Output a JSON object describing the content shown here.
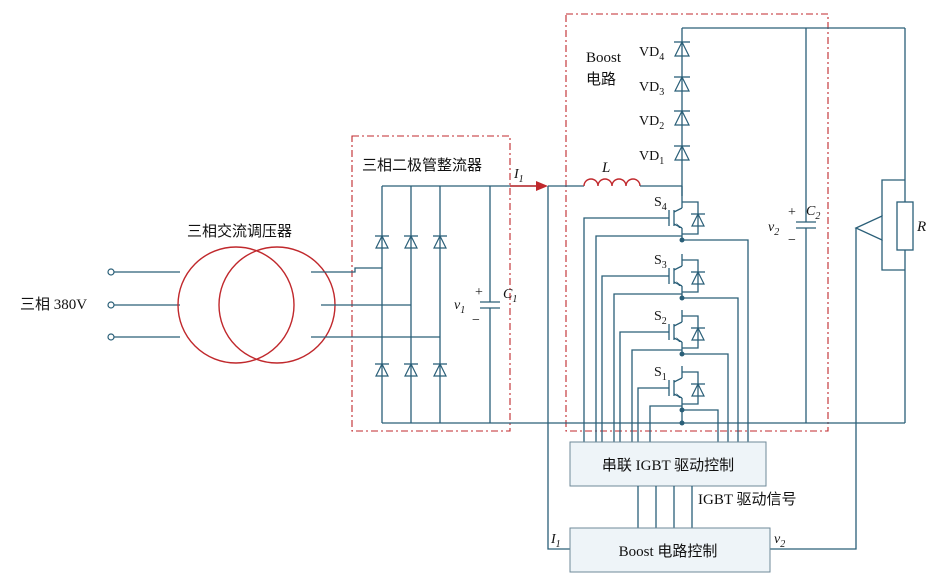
{
  "input": {
    "label": "三相 380V"
  },
  "transformer": {
    "label": "三相交流调压器"
  },
  "rectifier": {
    "label": "三相二极管整流器",
    "v1_symbol": "v",
    "v1_sub": "1",
    "c1_symbol": "C",
    "c1_sub": "1",
    "plus": "+",
    "minus": "−"
  },
  "boost": {
    "title_line1": "Boost",
    "title_line2": "电路",
    "current_symbol": "I",
    "current_sub": "1",
    "inductor_label": "L",
    "diodes": [
      {
        "name": "VD",
        "sub": "4"
      },
      {
        "name": "VD",
        "sub": "3"
      },
      {
        "name": "VD",
        "sub": "2"
      },
      {
        "name": "VD",
        "sub": "1"
      }
    ],
    "switches": [
      {
        "name": "S",
        "sub": "4"
      },
      {
        "name": "S",
        "sub": "3"
      },
      {
        "name": "S",
        "sub": "2"
      },
      {
        "name": "S",
        "sub": "1"
      }
    ],
    "v2_symbol": "v",
    "v2_sub": "2",
    "c2_symbol": "C",
    "c2_sub": "2",
    "plus": "+",
    "minus": "−"
  },
  "load": {
    "label": "R"
  },
  "blocks": {
    "igbt_driver": "串联 IGBT 驱动控制",
    "igbt_signal": "IGBT 驱动信号",
    "boost_control": "Boost 电路控制",
    "ctrl_in_symbol": "I",
    "ctrl_in_sub": "1",
    "ctrl_out_symbol": "v",
    "ctrl_out_sub": "2"
  },
  "colors": {
    "wire": "#2a5f78",
    "accent": "#c0282c",
    "block_fill": "#eef4f8",
    "block_stroke": "#6f8a99"
  }
}
